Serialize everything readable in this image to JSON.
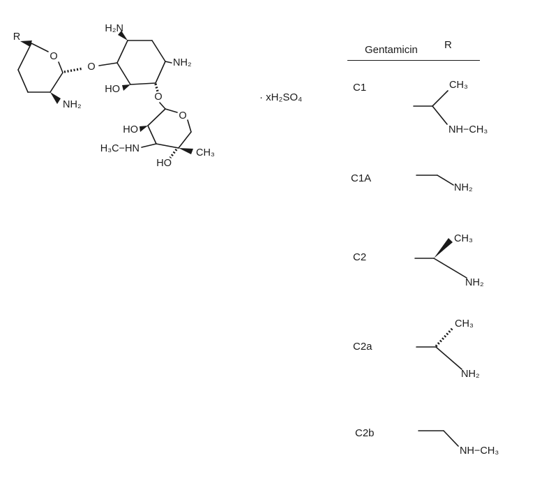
{
  "compound": {
    "salt_label": "· xH₂SO₄",
    "core_labels": {
      "r": "R",
      "ring_a_oxygen": "O",
      "ring_a_amine": "NH₂",
      "glycosidic_oxygen_1": "O",
      "amine_top": "H₂N",
      "amine_right": "NH₂",
      "hydroxyl_center": "HO",
      "glycosidic_oxygen_2": "O",
      "ring_c_oxygen": "O",
      "hydroxyl_left": "HO",
      "methylamino": "H₃C−HN",
      "methyl": "CH₃",
      "hydroxyl_bottom": "HO"
    }
  },
  "table": {
    "header_name": "Gentamicin",
    "header_r": "R",
    "rows": [
      {
        "label": "C1",
        "top_group": "CH₃",
        "bottom_group": "NH−CH₃"
      },
      {
        "label": "C1A",
        "bottom_group": "NH₂"
      },
      {
        "label": "C2",
        "top_group": "CH₃",
        "bottom_group": "NH₂"
      },
      {
        "label": "C2a",
        "top_group": "CH₃",
        "bottom_group": "NH₂"
      },
      {
        "label": "C2b",
        "bottom_group": "NH−CH₃"
      }
    ]
  }
}
